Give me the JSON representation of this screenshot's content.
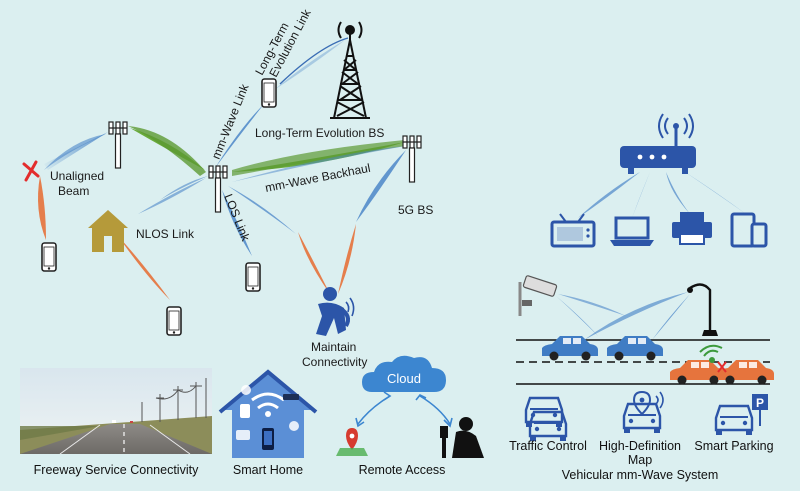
{
  "labels": {
    "lte_link_line1": "Long-Term",
    "lte_link_line2": "Evolution Link",
    "mmwave_link": "mm-Wave Link",
    "lte_bs": "Long-Term Evolution BS",
    "unaligned_line1": "Unaligned",
    "unaligned_line2": "Beam",
    "mmwave_backhaul": "mm-Wave Backhaul",
    "bs_5g": "5G BS",
    "nlos_link": "NLOS Link",
    "los_link": "LOS Link",
    "maintain_line1": "Maintain",
    "maintain_line2": "Connectivity",
    "cloud": "Cloud"
  },
  "captions": {
    "freeway": "Freeway Service Connectivity",
    "smart_home": "Smart Home",
    "remote_access": "Remote Access",
    "traffic_control": "Traffic Control",
    "hd_map_line1": "High-Definition",
    "hd_map_line2": "Map",
    "smart_parking": "Smart Parking",
    "vehicular": "Vehicular mm-Wave System"
  },
  "icons": {
    "parking_letter": "P"
  },
  "colors": {
    "background": "#dbeff0",
    "device_blue": "#2c55a8",
    "beam_blue": "#4b86c8",
    "beam_orange": "#e6713a",
    "beam_green": "#5d9a33",
    "car_blue": "#3f7cc4",
    "car_orange": "#e6743d",
    "cloud_blue": "#3c86d0"
  }
}
